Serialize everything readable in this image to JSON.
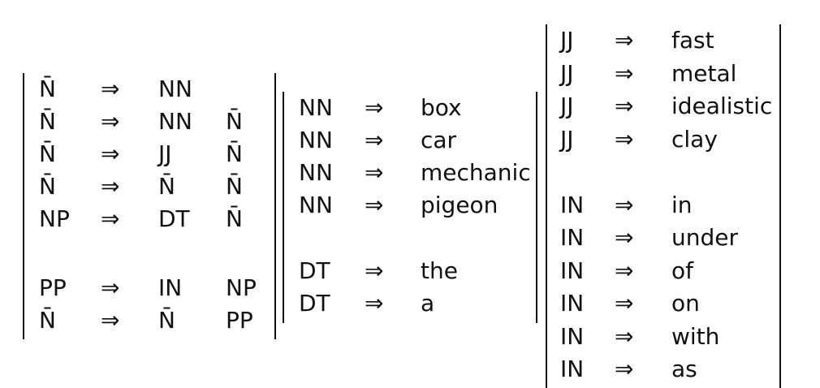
{
  "grammar": {
    "blocks": [
      {
        "rules": [
          {
            "lhs": "N̄",
            "arrow": "⇒",
            "rhs1": "NN",
            "rhs2": ""
          },
          {
            "lhs": "N̄",
            "arrow": "⇒",
            "rhs1": "NN",
            "rhs2": "N̄"
          },
          {
            "lhs": "N̄",
            "arrow": "⇒",
            "rhs1": "JJ",
            "rhs2": "N̄"
          },
          {
            "lhs": "N̄",
            "arrow": "⇒",
            "rhs1": "N̄",
            "rhs2": "N̄"
          },
          {
            "lhs": "NP",
            "arrow": "⇒",
            "rhs1": "DT",
            "rhs2": "N̄"
          },
          {
            "lhs": "",
            "arrow": "",
            "rhs1": "",
            "rhs2": ""
          },
          {
            "lhs": "PP",
            "arrow": "⇒",
            "rhs1": "IN",
            "rhs2": "NP"
          },
          {
            "lhs": "N̄",
            "arrow": "⇒",
            "rhs1": "N̄",
            "rhs2": "PP"
          }
        ]
      },
      {
        "rules": [
          {
            "lhs": "NN",
            "arrow": "⇒",
            "rhs1": "box"
          },
          {
            "lhs": "NN",
            "arrow": "⇒",
            "rhs1": "car"
          },
          {
            "lhs": "NN",
            "arrow": "⇒",
            "rhs1": "mechanic"
          },
          {
            "lhs": "NN",
            "arrow": "⇒",
            "rhs1": "pigeon"
          },
          {
            "lhs": "",
            "arrow": "",
            "rhs1": ""
          },
          {
            "lhs": "DT",
            "arrow": "⇒",
            "rhs1": "the"
          },
          {
            "lhs": "DT",
            "arrow": "⇒",
            "rhs1": "a"
          }
        ]
      },
      {
        "rules": [
          {
            "lhs": "JJ",
            "arrow": "⇒",
            "rhs1": "fast"
          },
          {
            "lhs": "JJ",
            "arrow": "⇒",
            "rhs1": "metal"
          },
          {
            "lhs": "JJ",
            "arrow": "⇒",
            "rhs1": "idealistic"
          },
          {
            "lhs": "JJ",
            "arrow": "⇒",
            "rhs1": "clay"
          },
          {
            "lhs": "",
            "arrow": "",
            "rhs1": ""
          },
          {
            "lhs": "IN",
            "arrow": "⇒",
            "rhs1": "in"
          },
          {
            "lhs": "IN",
            "arrow": "⇒",
            "rhs1": "under"
          },
          {
            "lhs": "IN",
            "arrow": "⇒",
            "rhs1": "of"
          },
          {
            "lhs": "IN",
            "arrow": "⇒",
            "rhs1": "on"
          },
          {
            "lhs": "IN",
            "arrow": "⇒",
            "rhs1": "with"
          },
          {
            "lhs": "IN",
            "arrow": "⇒",
            "rhs1": "as"
          }
        ]
      }
    ]
  }
}
